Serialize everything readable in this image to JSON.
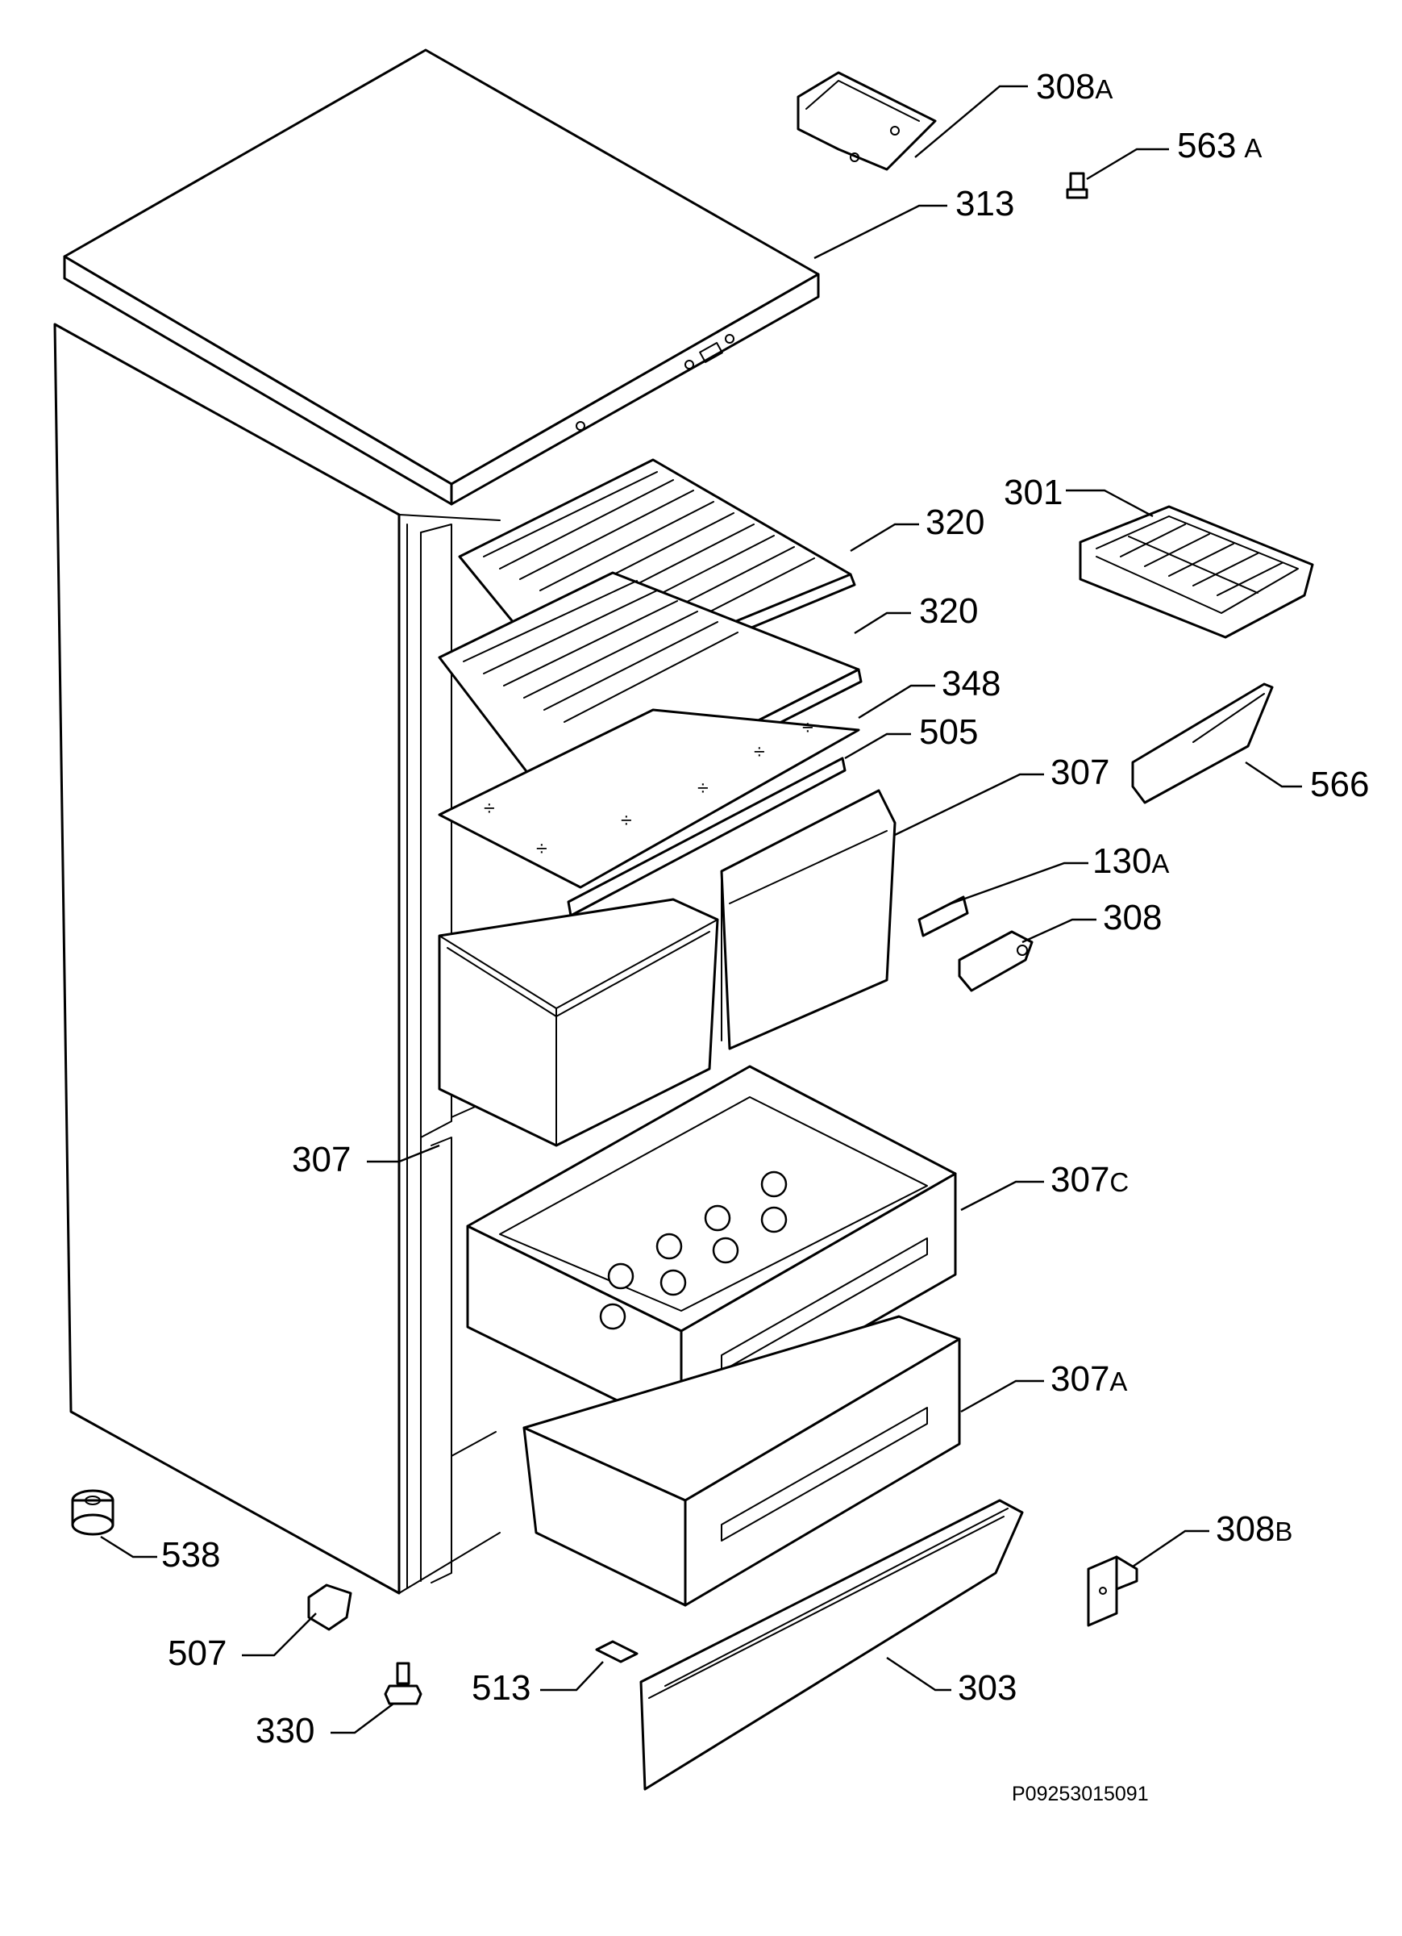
{
  "labels": {
    "l308A": "308",
    "l308A_s": "A",
    "l563A": "563",
    "l563A_s": "A",
    "l313": "313",
    "l301": "301",
    "l320a": "320",
    "l320b": "320",
    "l348": "348",
    "l505": "505",
    "l566": "566",
    "l307a": "307",
    "l130A": "130",
    "l130A_s": "A",
    "l308": "308",
    "l307b": "307",
    "l307C": "307",
    "l307C_s": "C",
    "l307A": "307",
    "l307A_s": "A",
    "l538": "538",
    "l308B": "308",
    "l308B_s": "B",
    "l507": "507",
    "l513": "513",
    "l303": "303",
    "l330": "330"
  },
  "drawing_code": "P09253015091"
}
